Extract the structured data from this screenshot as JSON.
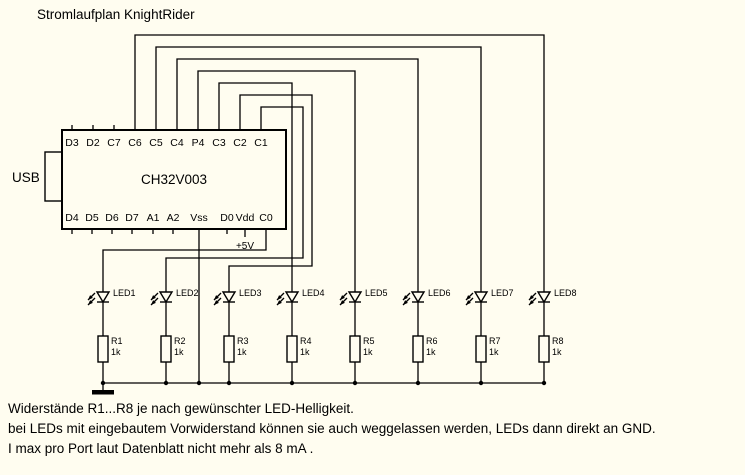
{
  "title": "Stromlaufplan KnightRider",
  "ic": {
    "name": "CH32V003",
    "top_pins": [
      "D3",
      "D2",
      "C7",
      "C6",
      "C5",
      "C4",
      "P4",
      "C3",
      "C2",
      "C1"
    ],
    "bottom_pins": [
      "D4",
      "D5",
      "D6",
      "D7",
      "A1",
      "A2",
      "Vss",
      "D0",
      "Vdd",
      "C0"
    ]
  },
  "labels": {
    "usb": "USB",
    "power": "+5V"
  },
  "leds": [
    {
      "name": "LED1",
      "resistor": "R1",
      "value": "1k"
    },
    {
      "name": "LED2",
      "resistor": "R2",
      "value": "1k"
    },
    {
      "name": "LED3",
      "resistor": "R3",
      "value": "1k"
    },
    {
      "name": "LED4",
      "resistor": "R4",
      "value": "1k"
    },
    {
      "name": "LED5",
      "resistor": "R5",
      "value": "1k"
    },
    {
      "name": "LED6",
      "resistor": "R6",
      "value": "1k"
    },
    {
      "name": "LED7",
      "resistor": "R7",
      "value": "1k"
    },
    {
      "name": "LED8",
      "resistor": "R8",
      "value": "1k"
    }
  ],
  "notes": [
    "Widerstände R1...R8 je nach gewünschter LED-Helligkeit.",
    "bei LEDs mit eingebautem Vorwiderstand können  sie auch weggelassen werden, LEDs dann direkt an GND.",
    "I max pro Port laut Datenblatt nicht mehr als 8 mA ."
  ],
  "colors": {
    "wire": "#000000",
    "background": "#fffdf0"
  }
}
